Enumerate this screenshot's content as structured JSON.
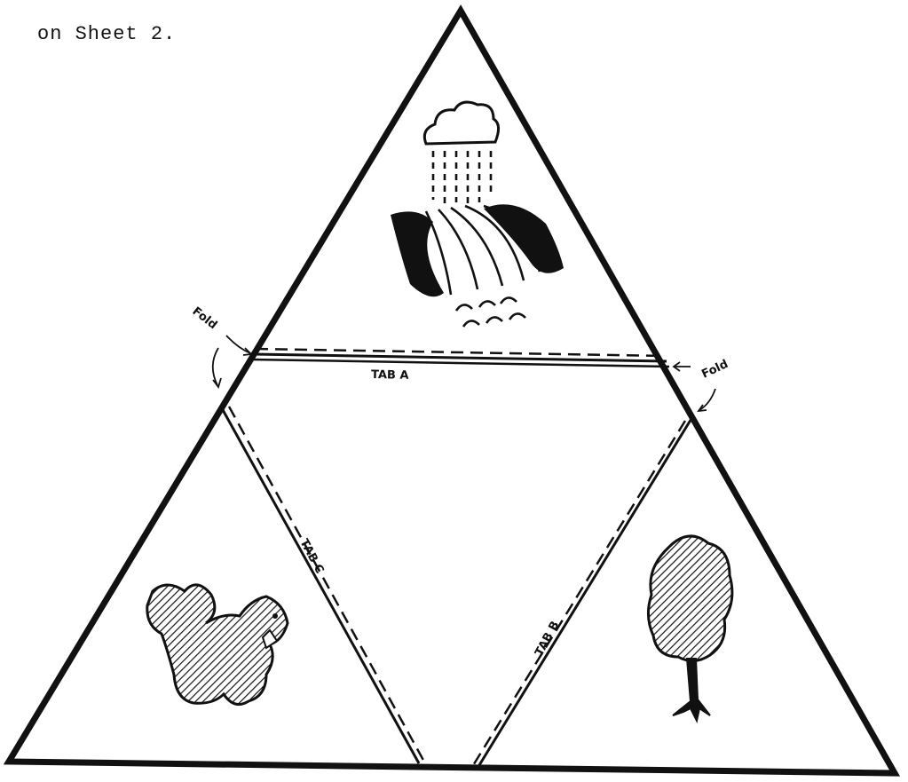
{
  "caption": "on Sheet 2.",
  "labels": {
    "fold_left": "Fold",
    "fold_right": "Fold",
    "tab_a": "TAB A",
    "tab_b": "TAB B",
    "tab_c": "TAB C"
  },
  "panels": {
    "top": "rain-over-field-icon",
    "left": "squirrel-icon",
    "right": "tree-icon"
  },
  "colors": {
    "ink": "#111111"
  }
}
